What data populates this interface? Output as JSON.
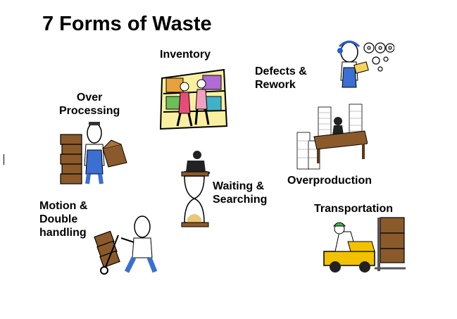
{
  "title": "7 Forms of Waste",
  "labels": {
    "inventory": [
      "Inventory"
    ],
    "defects": [
      "Defects &",
      "Rework"
    ],
    "over_processing": [
      "Over",
      "Processing"
    ],
    "overproduction": [
      "Overproduction"
    ],
    "waiting": [
      "Waiting &",
      "Searching"
    ],
    "motion": [
      "Motion &",
      "Double",
      "handling"
    ],
    "transportation": [
      "Transportation"
    ]
  },
  "colors": {
    "box_brown": "#8b5a2b",
    "overall_blue": "#3b6fd1",
    "forklift_yellow": "#f2c200",
    "cap_green": "#4caf50"
  }
}
